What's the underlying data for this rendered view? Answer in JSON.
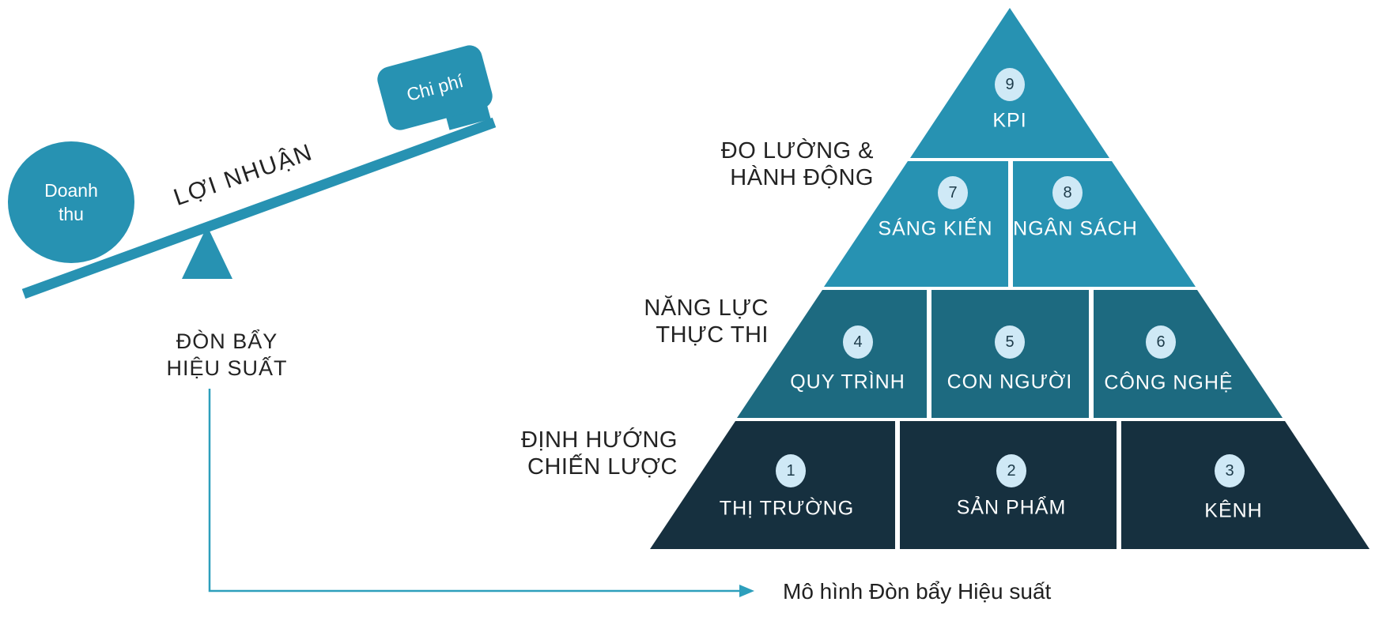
{
  "colors": {
    "teal": "#2792b2",
    "teal_mid": "#1d6a80",
    "navy_dark": "#16303f",
    "badge_bg": "#cfe9f6",
    "badge_text": "#1d3b4a",
    "arrow": "#2d9fbc",
    "text_dark": "#232323",
    "white": "#ffffff"
  },
  "lever": {
    "revenue": {
      "line1": "Doanh",
      "line2": "thu"
    },
    "cost": "Chi phí",
    "profit": "LỢI NHUẬN",
    "fulcrum": {
      "line1": "ĐÒN BẨY",
      "line2": "HIỆU SUẤT"
    }
  },
  "pyramid": {
    "side_labels": [
      {
        "line1": "ĐO LƯỜNG &",
        "line2": "HÀNH ĐỘNG"
      },
      {
        "line1": "NĂNG LỰC",
        "line2": "THỰC THI"
      },
      {
        "line1": "ĐỊNH HƯỚNG",
        "line2": "CHIẾN LƯỢC"
      }
    ],
    "cells": [
      {
        "number": "9",
        "label": "KPI"
      },
      {
        "number": "7",
        "label": "SÁNG KIẾN"
      },
      {
        "number": "8",
        "label": "NGÂN SÁCH"
      },
      {
        "number": "4",
        "label": "QUY TRÌNH"
      },
      {
        "number": "5",
        "label": "CON NGƯỜI"
      },
      {
        "number": "6",
        "label": "CÔNG NGHỆ"
      },
      {
        "number": "1",
        "label": "THỊ TRƯỜNG"
      },
      {
        "number": "2",
        "label": "SẢN PHẨM"
      },
      {
        "number": "3",
        "label": "KÊNH"
      }
    ]
  },
  "caption": "Mô hình Đòn bẩy Hiệu suất"
}
